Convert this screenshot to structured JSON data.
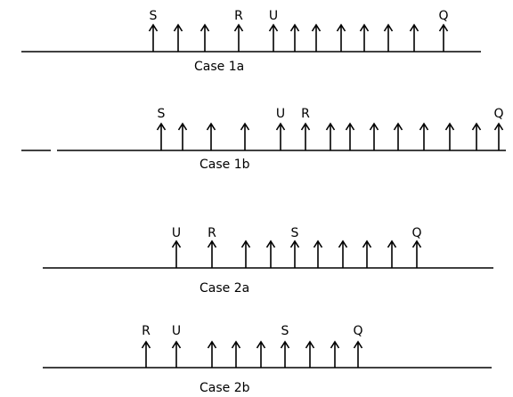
{
  "diagram": {
    "cases": [
      {
        "caption": "Case 1a",
        "arrows": [
          "S",
          "",
          "",
          "R",
          "U",
          "",
          "",
          "",
          "",
          "",
          "",
          "Q"
        ]
      },
      {
        "caption": "Case 1b",
        "arrows": [
          "S",
          "",
          "",
          "",
          "U",
          "R",
          "",
          "",
          "",
          "",
          "",
          "",
          "",
          "Q"
        ]
      },
      {
        "caption": "Case 2a",
        "arrows": [
          "U",
          "R",
          "",
          "",
          "S",
          "",
          "",
          "",
          "",
          "Q"
        ]
      },
      {
        "caption": "Case 2b",
        "arrows": [
          "R",
          "U",
          "",
          "",
          "",
          "S",
          "",
          "",
          "Q"
        ]
      }
    ]
  }
}
